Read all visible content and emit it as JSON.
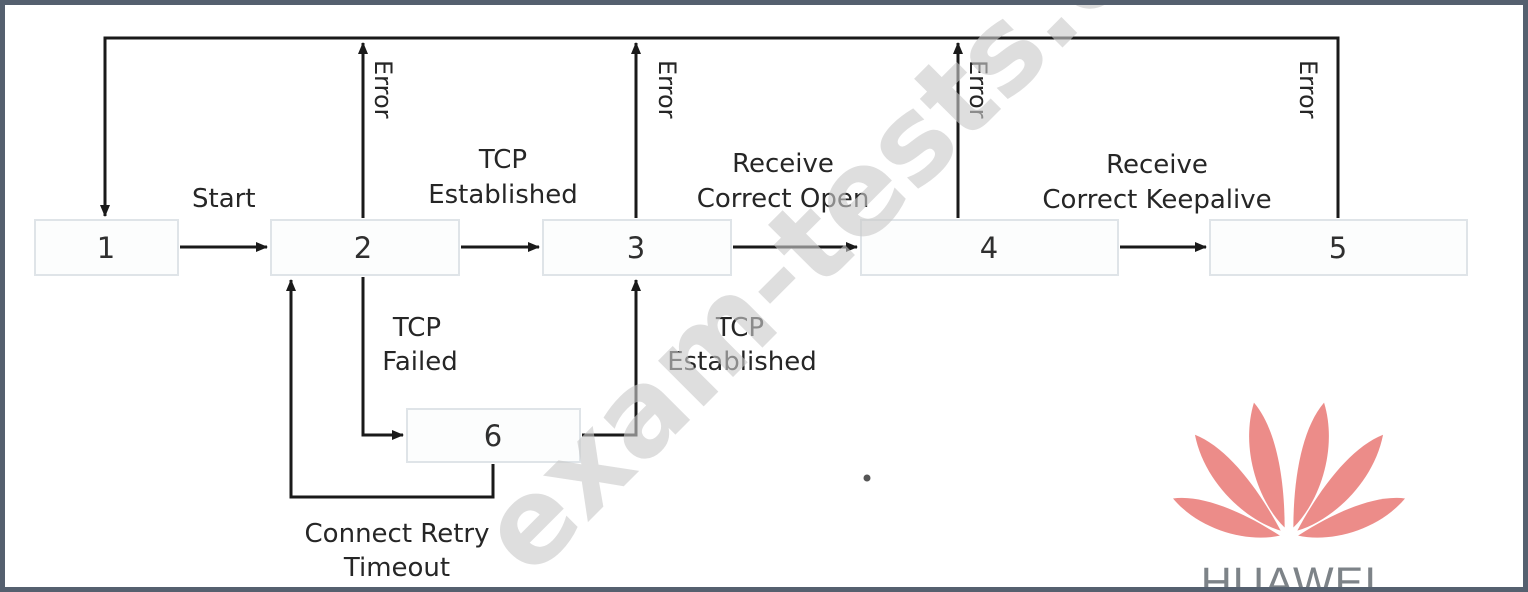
{
  "states": [
    "1",
    "2",
    "3",
    "4",
    "5",
    "6"
  ],
  "labels": {
    "start": "Start",
    "tcp_established_1": "TCP",
    "tcp_established_2": "Established",
    "receive_open_1": "Receive",
    "receive_open_2": "Correct Open",
    "receive_keepalive_1": "Receive",
    "receive_keepalive_2": "Correct Keepalive",
    "tcp_failed_1": "TCP",
    "tcp_failed_2": "Failed",
    "tcp_established_b1": "TCP",
    "tcp_established_b2": "Established",
    "connect_retry_1": "Connect Retry",
    "connect_retry_2": "Timeout",
    "error": "Error"
  },
  "watermark": "exam-tests.com",
  "logo": {
    "name": "HUAWEI",
    "color": "#e8736f"
  },
  "colors": {
    "line": "#1a1a1a",
    "box_border": "#dfe4e8",
    "frame": "#55606f"
  }
}
